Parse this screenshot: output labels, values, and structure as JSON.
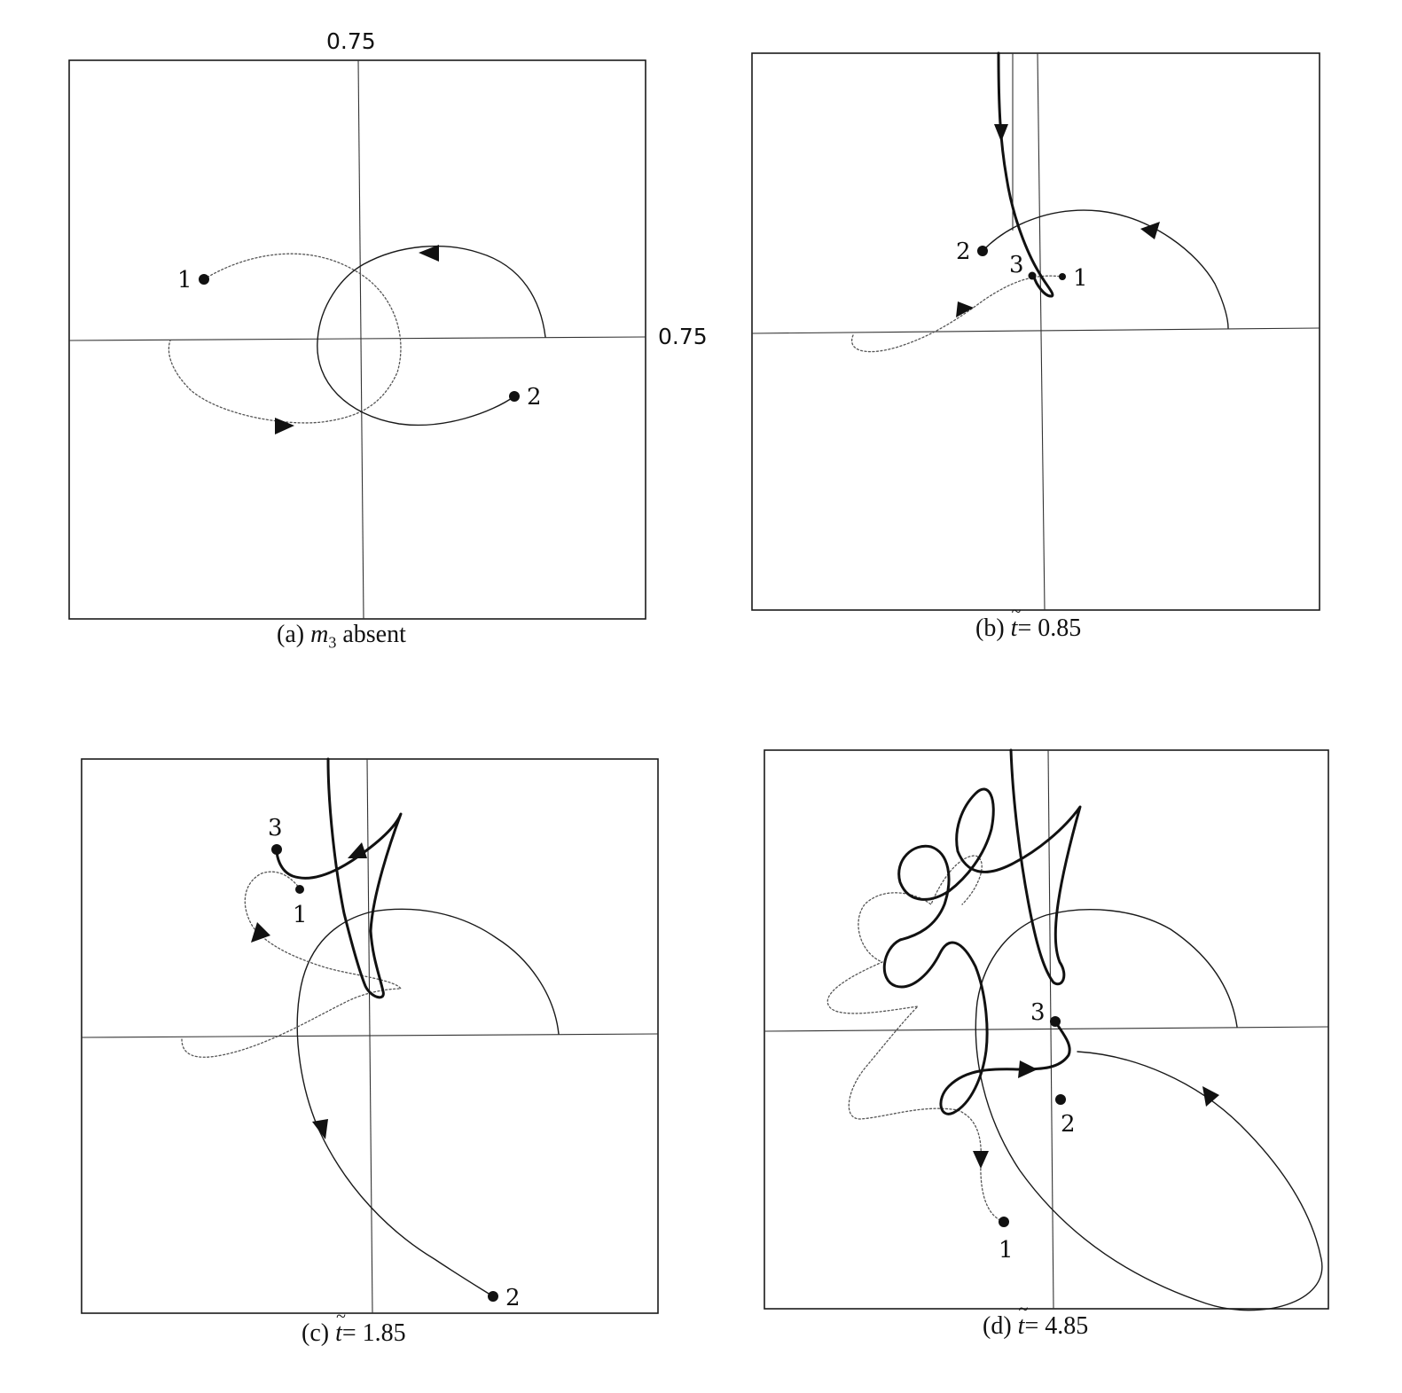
{
  "top_tick_label": "0.75",
  "right_tick_label": "0.75",
  "panels": {
    "a": {
      "caption_prefix": "(a)",
      "caption_var": "m",
      "caption_sub": "3",
      "caption_suffix": " absent",
      "labels": {
        "p1": "1",
        "p2": "2"
      }
    },
    "b": {
      "caption_prefix": "(b)",
      "caption_var": "t",
      "caption_eq": "= 0.85",
      "labels": {
        "p1": "1",
        "p2": "2",
        "p3": "3"
      }
    },
    "c": {
      "caption_prefix": "(c)",
      "caption_var": "t",
      "caption_eq": "= 1.85",
      "labels": {
        "p1": "1",
        "p2": "2",
        "p3": "3"
      }
    },
    "d": {
      "caption_prefix": "(d)",
      "caption_var": "t",
      "caption_eq": "= 4.85",
      "labels": {
        "p1": "1",
        "p2": "2",
        "p3": "3"
      }
    }
  }
}
